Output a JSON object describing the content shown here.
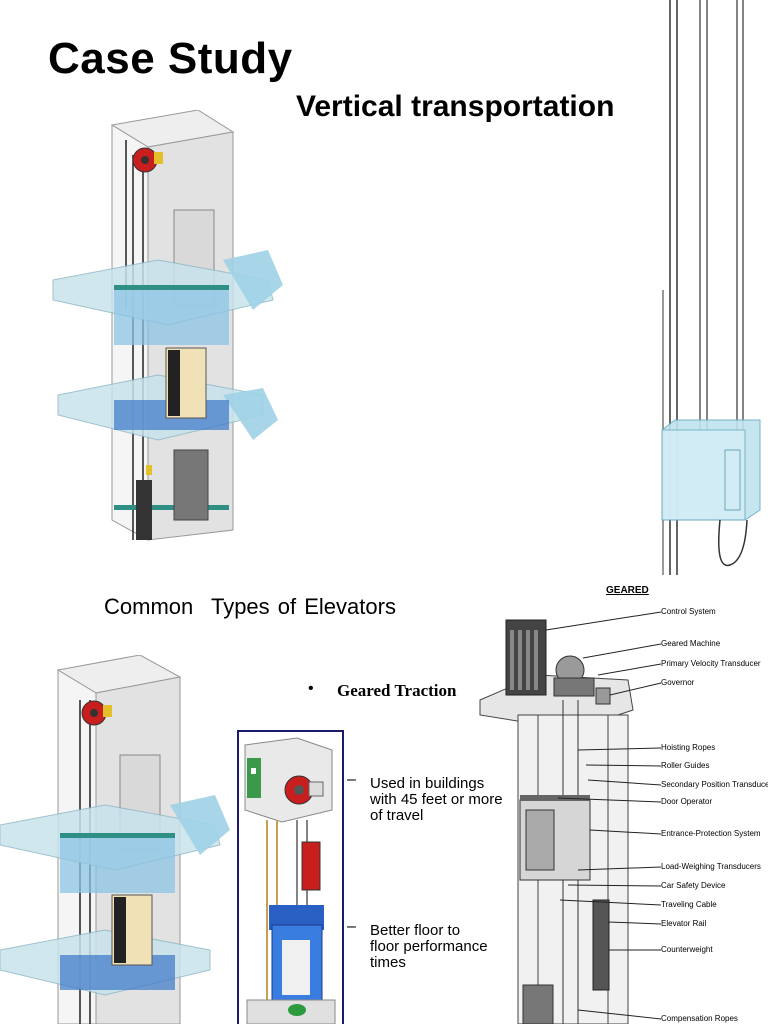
{
  "slide": {
    "title": "Case Study",
    "subtitle": "Vertical transportation"
  },
  "section": {
    "heading_part1": "Common",
    "heading_part2": "Types of Elevators",
    "bullet_symbol": "•",
    "bullet_text": "Geared Traction",
    "notes": [
      {
        "dash": "–",
        "text": "Used in buildings with 45 feet or more of travel"
      },
      {
        "dash": "–",
        "text": "Better floor to floor performance times"
      }
    ]
  },
  "diagram": {
    "header": "GEARED",
    "labels": [
      "Control System",
      "Geared Machine",
      "Primary Velocity Transducer",
      "Governor",
      "Hoisting Ropes",
      "Roller Guides",
      "Secondary Position Transducer",
      "Door Operator",
      "Entrance-Protection System",
      "Load-Weighing Transducers",
      "Car Safety Device",
      "Traveling Cable",
      "Elevator Rail",
      "Counterweight",
      "Compensation Ropes"
    ]
  },
  "colors": {
    "glass": "#bfe4f0",
    "teal_band": "#2f8f84",
    "blue_band": "#3a78c8",
    "red_machine": "#c81e1e",
    "wall_gray": "#dcdcdc"
  }
}
